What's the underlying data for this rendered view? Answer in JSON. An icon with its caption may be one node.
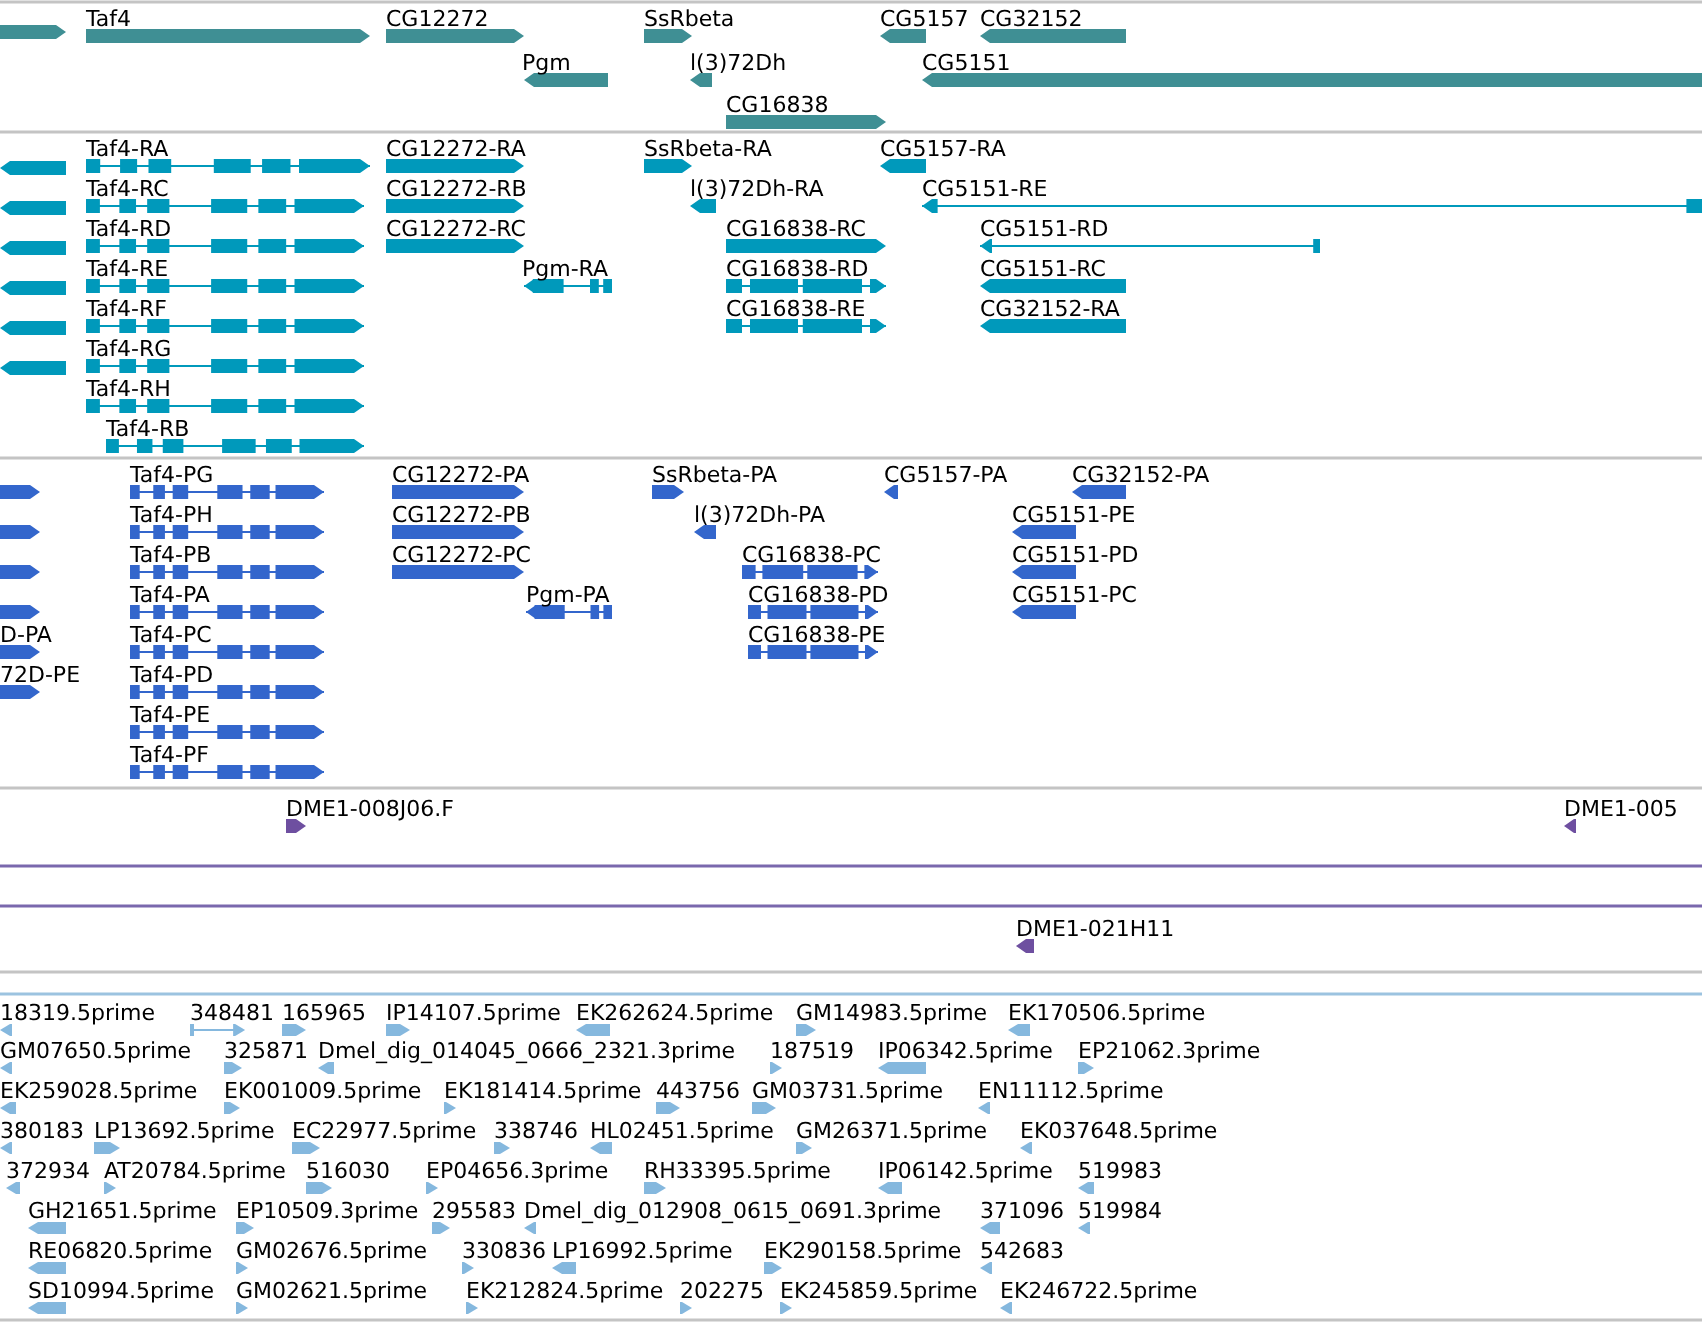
{
  "diagram": {
    "labels": [
      "Taf4",
      "CG12272",
      "SsRbeta",
      "CG5157",
      "CG32152",
      "Pgm",
      "l(3)72Dh",
      "CG5151",
      "CG16838",
      "Taf4-RA",
      "CG12272-RA",
      "SsRbeta-RA",
      "CG5157-RA",
      "Taf4-RC",
      "CG12272-RB",
      "l(3)72Dh-RA",
      "CG5151-RE",
      "Taf4-RD",
      "CG12272-RC",
      "CG16838-RC",
      "CG5151-RD",
      "Taf4-RE",
      "Pgm-RA",
      "CG16838-RD",
      "CG5151-RC",
      "Taf4-RF",
      "CG16838-RE",
      "CG32152-RA",
      "Taf4-RG",
      "Taf4-RH",
      "Taf4-RB",
      "Taf4-PG",
      "CG12272-PA",
      "SsRbeta-PA",
      "CG5157-PA",
      "CG32152-PA",
      "Taf4-PH",
      "CG12272-PB",
      "l(3)72Dh-PA",
      "CG5151-PE",
      "Taf4-PB",
      "CG12272-PC",
      "CG16838-PC",
      "CG5151-PD",
      "Taf4-PA",
      "Pgm-PA",
      "CG16838-PD",
      "CG5151-PC",
      "D-PA",
      "Taf4-PC",
      "CG16838-PE",
      "72D-PE",
      "Taf4-PD",
      "Taf4-PE",
      "Taf4-PF",
      "DME1-008J06.F",
      "DME1-005",
      "DME1-021H11",
      "18319.5prime",
      "348481",
      "165965",
      "IP14107.5prime",
      "EK262624.5prime",
      "GM14983.5prime",
      "EK170506.5prime",
      "GM07650.5prime",
      "325871",
      "Dmel_dig_014045_0666_2321.3prime",
      "187519",
      "IP06342.5prime",
      "EP21062.3prime",
      "EK259028.5prime",
      "EK001009.5prime",
      "EK181414.5prime",
      "443756",
      "GM03731.5prime",
      "EN11112.5prime",
      "380183",
      "LP13692.5prime",
      "EC22977.5prime",
      "338746",
      "HL02451.5prime",
      "GM26371.5prime",
      "EK037648.5prime",
      "372934",
      "AT20784.5prime",
      "516030",
      "EP04656.3prime",
      "RH33395.5prime",
      "IP06142.5prime",
      "519983",
      "GH21651.5prime",
      "EP10509.3prime",
      "295583",
      "Dmel_dig_012908_0615_0691.3prime",
      "371096",
      "519984",
      "RE06820.5prime",
      "GM02676.5prime",
      "330836",
      "LP16992.5prime",
      "EK290158.5prime",
      "542683",
      "SD10994.5prime",
      "GM02621.5prime",
      "EK212824.5prime",
      "202275",
      "EK245859.5prime",
      "EK246722.5prime"
    ]
  }
}
